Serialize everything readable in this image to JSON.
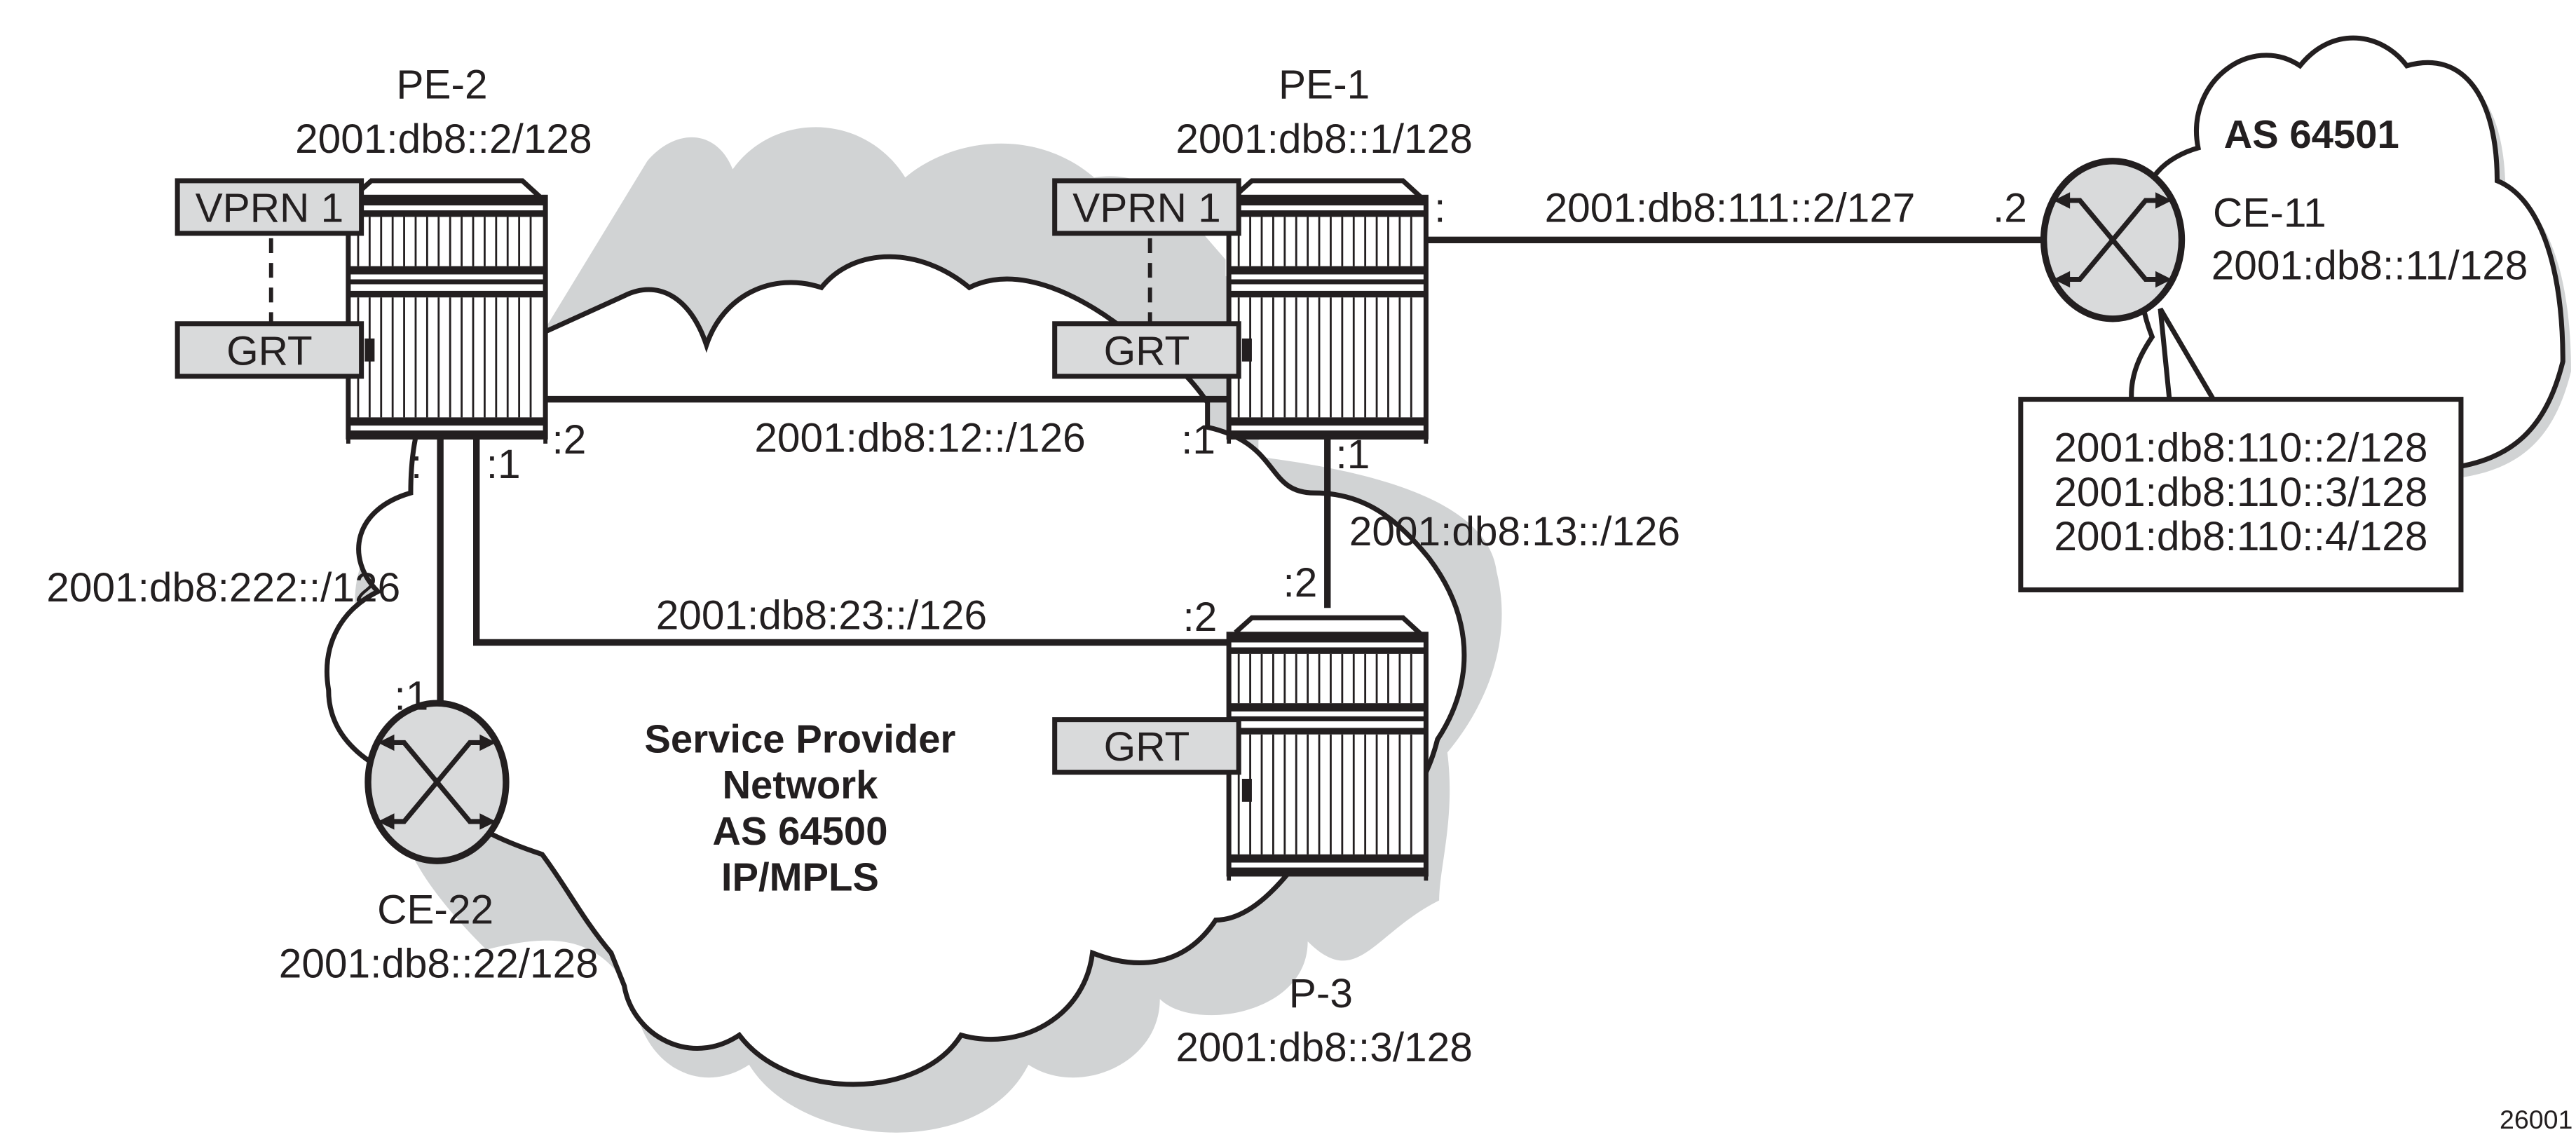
{
  "figure_id": "26001",
  "colors": {
    "ink": "#231f20",
    "fill_gray": "#d9dadb",
    "shadow_gray": "#d1d3d4",
    "background": "#ffffff"
  },
  "clouds": {
    "provider": {
      "lines": [
        "Service Provider",
        "Network",
        "AS 64500",
        "IP/MPLS"
      ]
    },
    "customer": {
      "label": "AS 64501"
    }
  },
  "nodes": {
    "pe2": {
      "name": "PE-2",
      "address": "2001:db8::2/128",
      "type": "router-chassis",
      "services": [
        "VPRN 1",
        "GRT"
      ]
    },
    "pe1": {
      "name": "PE-1",
      "address": "2001:db8::1/128",
      "type": "router-chassis",
      "services": [
        "VPRN 1",
        "GRT"
      ]
    },
    "p3": {
      "name": "P-3",
      "address": "2001:db8::3/128",
      "type": "router-chassis",
      "services": [
        "GRT"
      ]
    },
    "ce11": {
      "name": "CE-11",
      "address": "2001:db8::11/128",
      "type": "router"
    },
    "ce22": {
      "name": "CE-22",
      "address": "2001:db8::22/128",
      "type": "router"
    }
  },
  "links": [
    {
      "id": "pe2-pe1",
      "subnet": "2001:db8:12::/126",
      "end_a": ":2",
      "end_b": ":1"
    },
    {
      "id": "pe2-p3",
      "subnet": "2001:db8:23::/126",
      "end_a": ":1",
      "end_b": ":2"
    },
    {
      "id": "pe1-p3",
      "subnet": "2001:db8:13::/126",
      "end_a": ":1",
      "end_b": ":2"
    },
    {
      "id": "pe1-ce11",
      "subnet": "2001:db8:111::2/127",
      "end_a": ":",
      "end_b": ".2"
    },
    {
      "id": "pe2-ce22",
      "subnet": "2001:db8:222::/126",
      "end_a": ":",
      "end_b": ":1"
    }
  ],
  "ce11_loopbacks": [
    "2001:db8:110::2/128",
    "2001:db8:110::3/128",
    "2001:db8:110::4/128"
  ]
}
